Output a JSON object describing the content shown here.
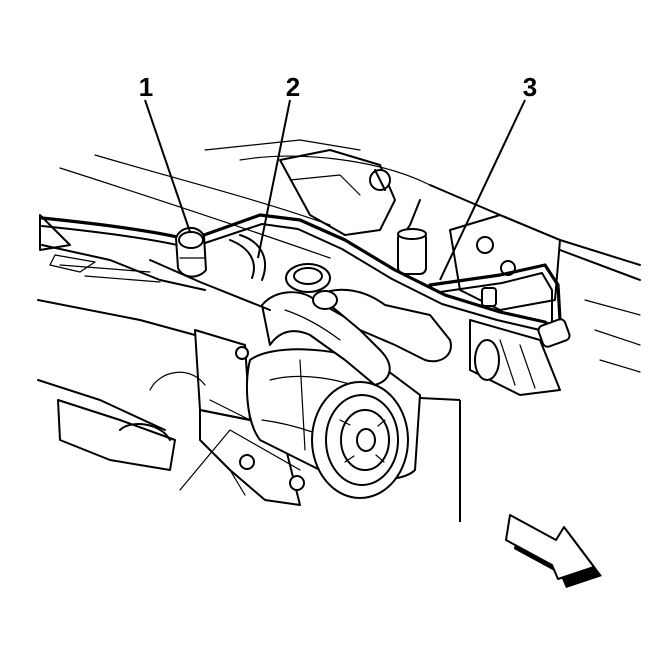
{
  "callouts": [
    {
      "id": "1",
      "label": "1"
    },
    {
      "id": "2",
      "label": "2"
    },
    {
      "id": "3",
      "label": "3"
    }
  ],
  "icons": {
    "direction_arrow": "forward-arrow-icon"
  }
}
